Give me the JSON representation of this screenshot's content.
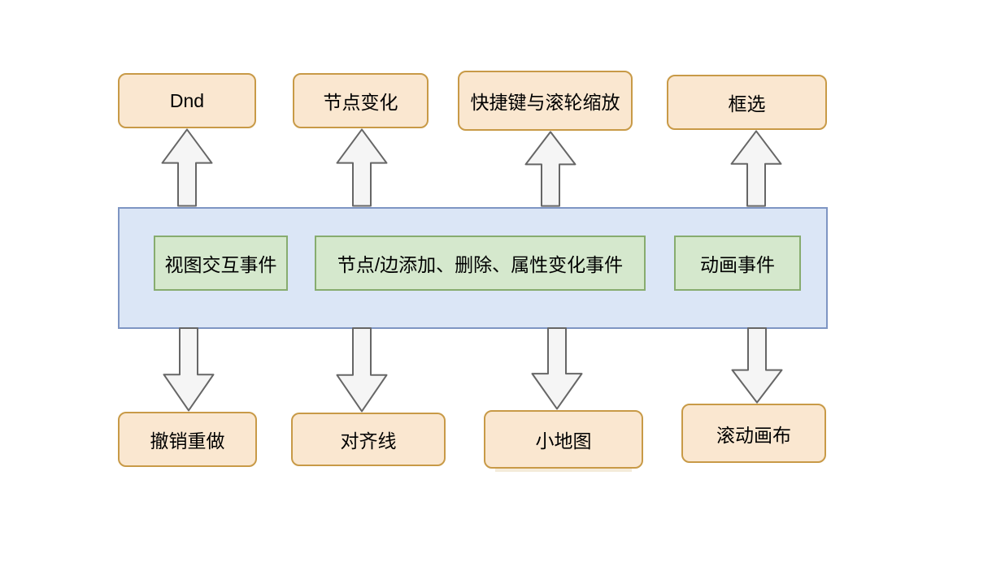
{
  "colors": {
    "background": "#FFFFFF",
    "orange_fill": "#FAE7D0",
    "orange_stroke": "#C89A47",
    "blue_fill": "#DBE6F6",
    "blue_stroke": "#7E95C3",
    "green_fill": "#D5E8CD",
    "green_stroke": "#87AC6F",
    "arrow_fill": "#F5F5F5",
    "arrow_stroke": "#666666",
    "text": "#000000"
  },
  "top_row": [
    {
      "label": "Dnd"
    },
    {
      "label": "节点变化"
    },
    {
      "label": "快捷键与滚轮缩放"
    },
    {
      "label": "框选"
    }
  ],
  "event_bus": {
    "items": [
      {
        "label": "视图交互事件"
      },
      {
        "label": "节点/边添加、删除、属性变化事件"
      },
      {
        "label": "动画事件"
      }
    ]
  },
  "bottom_row": [
    {
      "label": "撤销重做"
    },
    {
      "label": "对齐线"
    },
    {
      "label": "小地图"
    },
    {
      "label": "滚动画布"
    }
  ],
  "icons": {
    "up_arrow": "block-arrow-up",
    "down_arrow": "block-arrow-down"
  }
}
